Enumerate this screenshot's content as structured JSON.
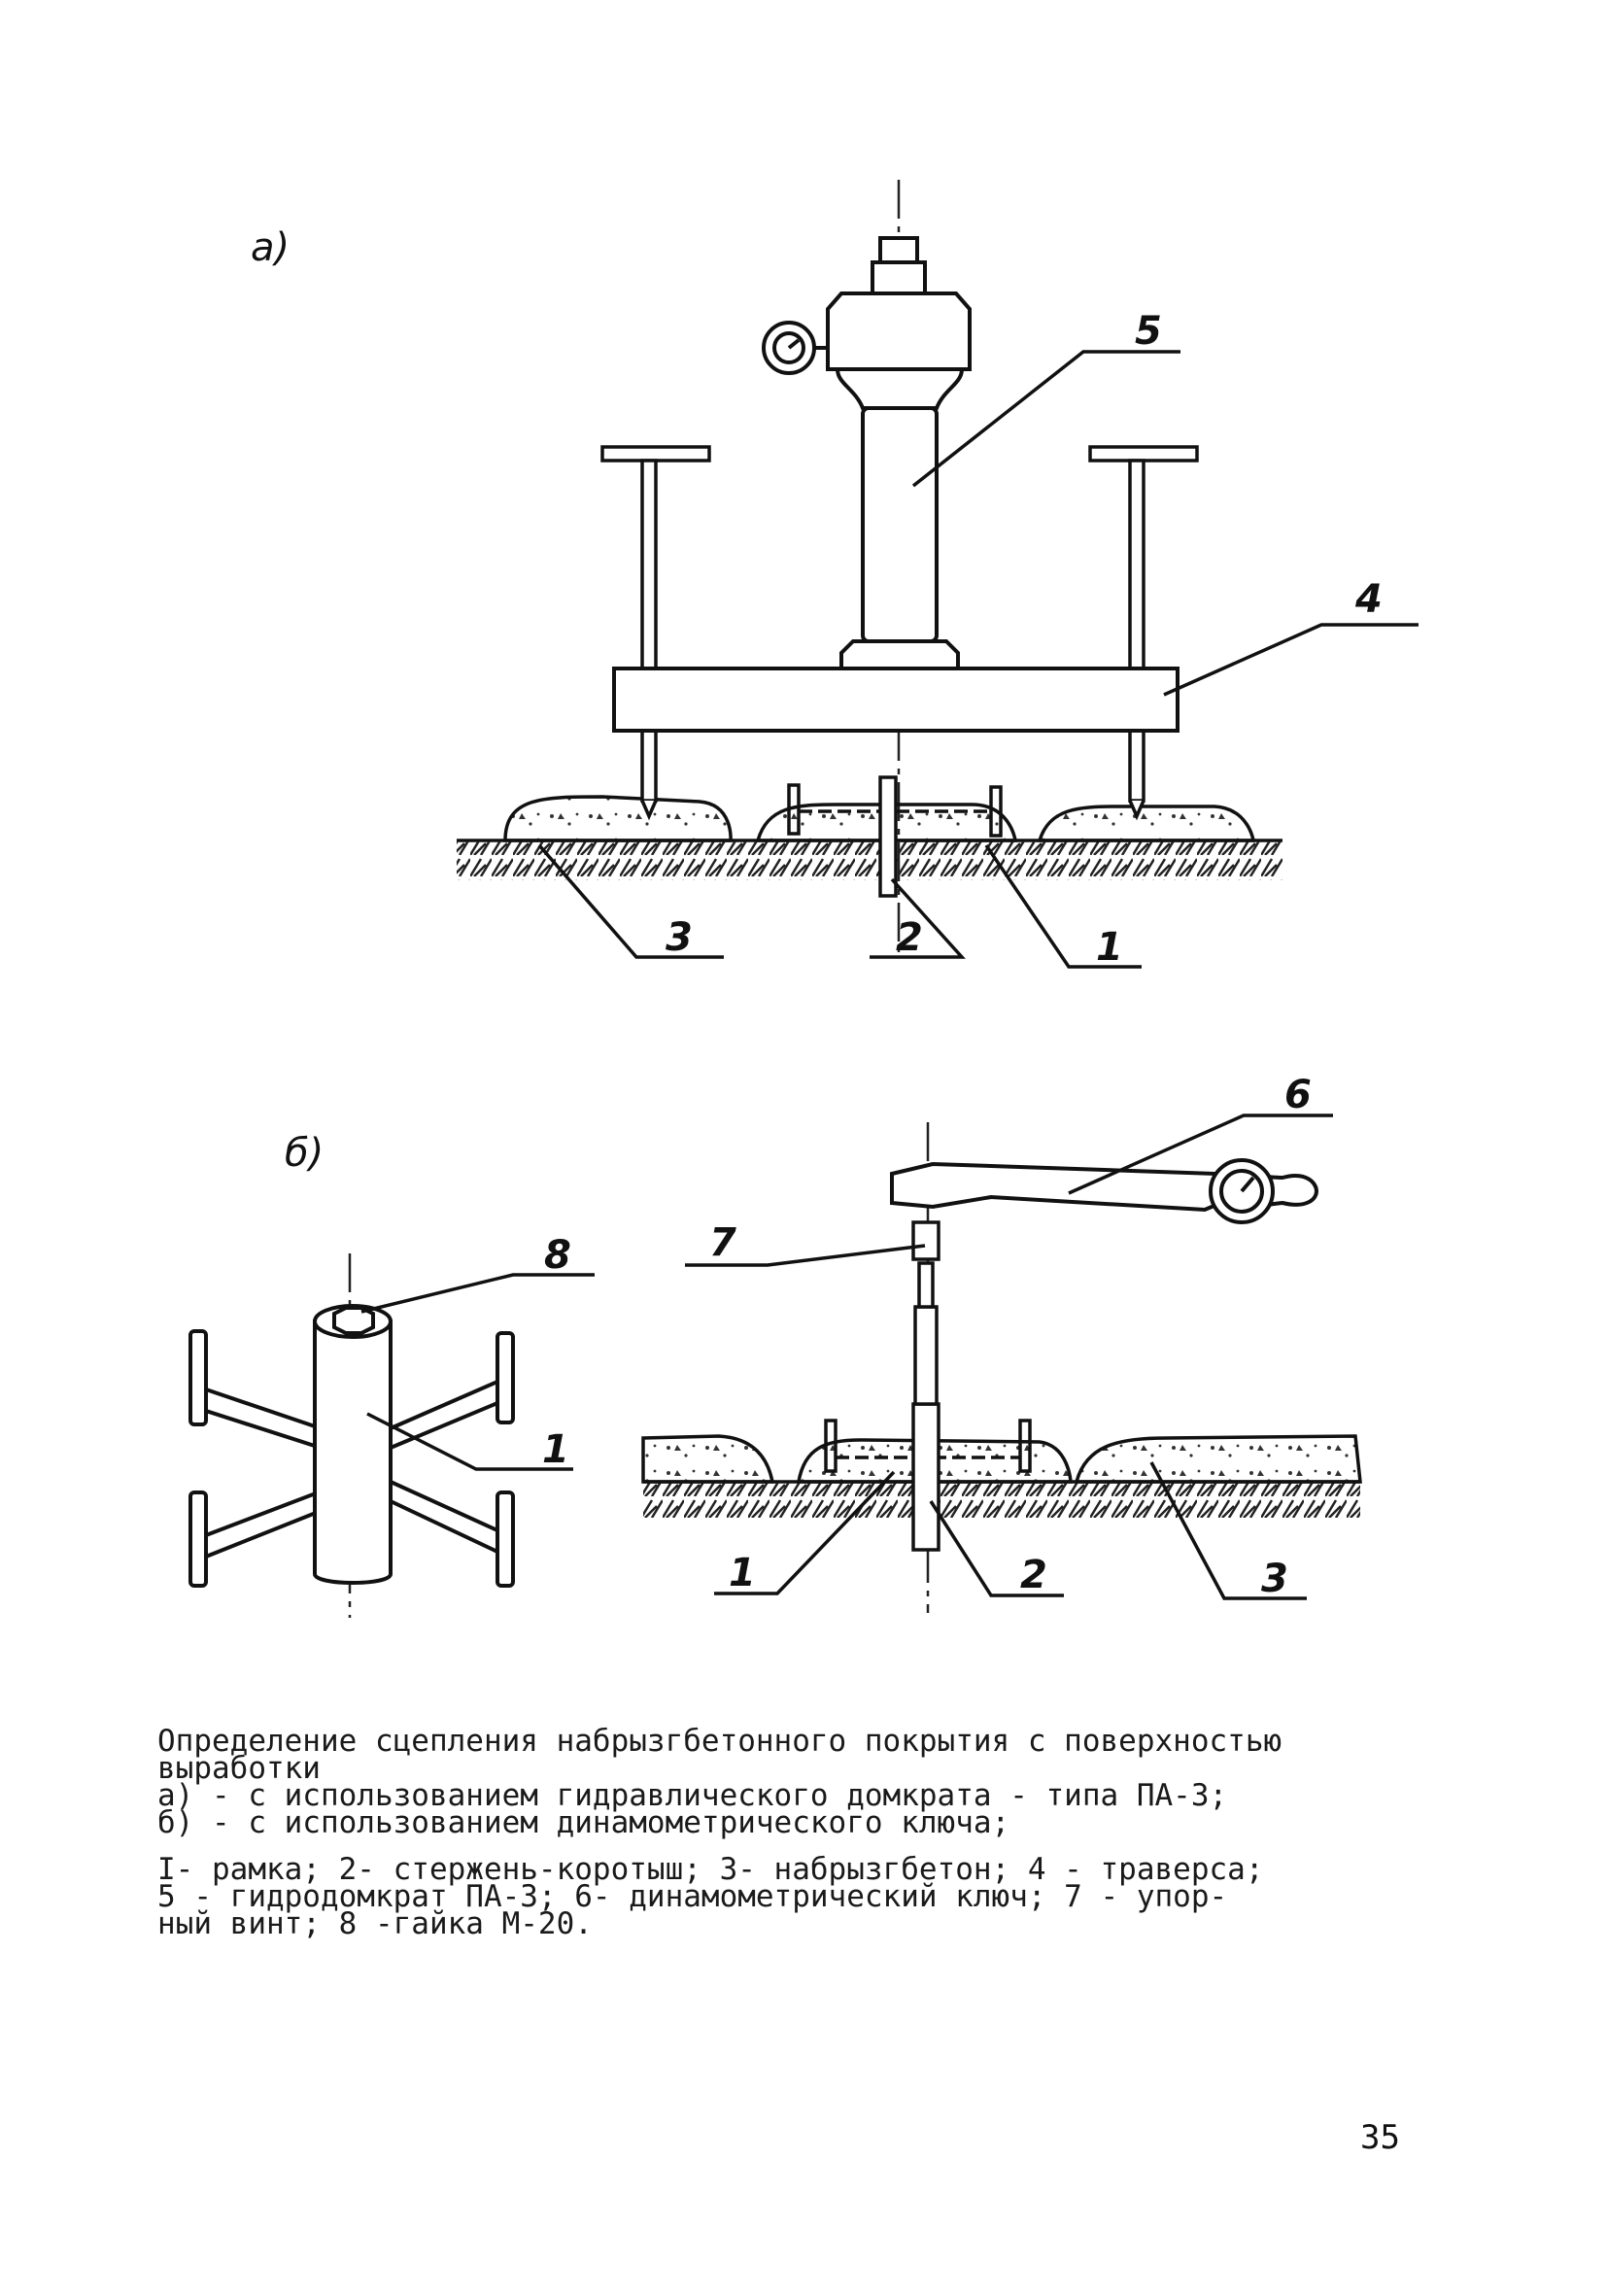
{
  "panels": {
    "a": "а)",
    "b": "б)"
  },
  "callouts_a": {
    "c1": "1",
    "c2": "2",
    "c3": "3",
    "c4": "4",
    "c5": "5"
  },
  "callouts_b": {
    "c1_left": "1",
    "c1": "1",
    "c2": "2",
    "c3": "3",
    "c6": "6",
    "c7": "7",
    "c8": "8"
  },
  "caption": {
    "title_line1": "Определение сцепления набрызгбетонного покрытия с поверхностью",
    "title_line2": "выработки",
    "item_a": "а) - с использованием гидравлического домкрата - типа ПА-3;",
    "item_b": "б) - с использованием динамометрического ключа;",
    "legend_line1": "I- рамка; 2- стержень-коротыш; 3- набрызгбетон; 4 - траверса;",
    "legend_line2": "5 - гидродомкрат ПА-3;  6- динамометрический ключ; 7 - упор-",
    "legend_line3": "ный винт; 8 -гайка М-20."
  },
  "page_number": "35"
}
